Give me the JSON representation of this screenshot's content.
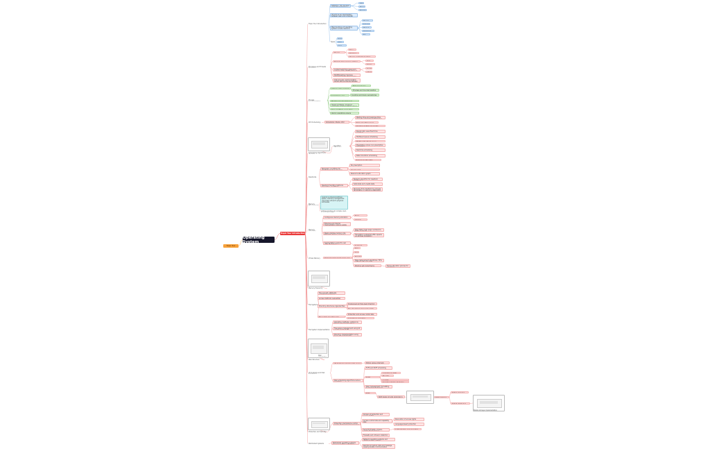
{
  "root": {
    "label": "Operating System"
  },
  "side_left": {
    "label": "Tropic Tour"
  },
  "main_branch": {
    "label": "Tropic Tour Introduction"
  },
  "colors": {
    "root_bg": "#16172b",
    "main_branch": "#ea3b3b",
    "side_left": "#f7a23b",
    "edge_red": "#f08a8a",
    "edge_blue": "#7fb3e6",
    "edge_green": "#8cc97e"
  },
  "nodes": [
    {
      "id": "a1",
      "label": "Tropic Tour Introduction",
      "style": "plain",
      "edge": "red"
    },
    {
      "id": "a1_1",
      "label": "Definition: OS manages computer hardware and software resources",
      "style": "blue",
      "edge": "blue"
    },
    {
      "id": "a1_1_1",
      "label": "CPU",
      "style": "blue",
      "edge": "blue"
    },
    {
      "id": "a1_1_2",
      "label": "Memory",
      "style": "blue",
      "edge": "blue"
    },
    {
      "id": "a1_1_3",
      "label": "Storage",
      "style": "blue",
      "edge": "blue"
    },
    {
      "id": "a1_2",
      "label": "OS acts as an intermediary between user and computer hardware providing environment",
      "style": "blue",
      "edge": "blue"
    },
    {
      "id": "a1_3",
      "label": "Main functions of operating system include resource allocation, process control and file system management",
      "style": "blue",
      "edge": "blue"
    },
    {
      "id": "a1_3_1",
      "label": "Process management",
      "style": "blue",
      "edge": "blue"
    },
    {
      "id": "a1_3_2",
      "label": "Scheduling",
      "style": "blue",
      "edge": "blue"
    },
    {
      "id": "a1_3_3",
      "label": "Memory control",
      "style": "blue",
      "edge": "blue"
    },
    {
      "id": "a1_3_4",
      "label": "Peripheral management",
      "style": "blue",
      "edge": "blue"
    },
    {
      "id": "a1_3_5",
      "label": "File system",
      "style": "blue",
      "edge": "blue"
    },
    {
      "id": "a1_4",
      "label": "Types",
      "style": "plain",
      "edge": "blue"
    },
    {
      "id": "a1_4_1",
      "label": "Batch",
      "style": "blue",
      "edge": "blue"
    },
    {
      "id": "a1_4_2",
      "label": "Time-sharing",
      "style": "blue",
      "edge": "blue"
    },
    {
      "id": "a1_4_3",
      "label": "Real-time system",
      "style": "blue",
      "edge": "blue"
    },
    {
      "id": "b1",
      "label": "Processes and Threads Overview",
      "style": "plain",
      "edge": "red"
    },
    {
      "id": "b1_1",
      "label": "Process states",
      "style": "red",
      "edge": "red"
    },
    {
      "id": "b1_1_1",
      "label": "New / Ready",
      "style": "red",
      "edge": "red"
    },
    {
      "id": "b1_1_2",
      "label": "Running / Blocked",
      "style": "red",
      "edge": "red"
    },
    {
      "id": "b1_1_3",
      "label": "Process control block stores process information",
      "style": "red",
      "edge": "red"
    },
    {
      "id": "b1_2",
      "label": "Threads share process address space and resources",
      "style": "red",
      "edge": "red"
    },
    {
      "id": "b1_2_1",
      "label": "User threads",
      "style": "red",
      "edge": "red"
    },
    {
      "id": "b1_2_2",
      "label": "Kernel threads",
      "style": "red",
      "edge": "red"
    },
    {
      "id": "b1_3",
      "label": "Context switching saves and restores state of CPU between processes",
      "style": "red",
      "edge": "red"
    },
    {
      "id": "b1_3_1",
      "label": "Overhead",
      "style": "red",
      "edge": "red"
    },
    {
      "id": "b1_3_2",
      "label": "Latency",
      "style": "red",
      "edge": "red"
    },
    {
      "id": "b1_4",
      "label": "Multithreading improves responsiveness and resource sharing",
      "style": "red",
      "edge": "red"
    },
    {
      "id": "b1_5",
      "label": "Inter-process communication allows data exchange between cooperating processes",
      "style": "red",
      "edge": "red"
    },
    {
      "id": "c1",
      "label": "Process Synchronization",
      "style": "plain",
      "edge": "red"
    },
    {
      "id": "c1_1",
      "label": "Critical section problem",
      "style": "green",
      "edge": "green"
    },
    {
      "id": "c1_1_1",
      "label": "Mutual exclusion",
      "style": "green",
      "edge": "green"
    },
    {
      "id": "c1_1_2",
      "label": "Progress and bounded waiting requirements",
      "style": "green",
      "edge": "green"
    },
    {
      "id": "c1_2",
      "label": "Semaphores and mutex locks",
      "style": "green",
      "edge": "green"
    },
    {
      "id": "c1_2_1",
      "label": "Counting and binary semaphores used to control access to shared resources",
      "style": "green",
      "edge": "green"
    },
    {
      "id": "c1_3",
      "label": "Monitors provide high-level synchronization",
      "style": "green",
      "edge": "green"
    },
    {
      "id": "c1_4",
      "label": "Classic problems: producer-consumer, readers-writers, dining philosophers",
      "style": "green",
      "edge": "green"
    },
    {
      "id": "c1_5",
      "label": "Race conditions occur when outcome depends on execution order",
      "style": "green",
      "edge": "green"
    },
    {
      "id": "c1_6",
      "label": "Atomic operations ensure instructions complete without interruption",
      "style": "green",
      "edge": "green"
    },
    {
      "id": "d1",
      "label": "CPU Scheduling",
      "style": "plain",
      "edge": "red"
    },
    {
      "id": "d1_1",
      "label": "Scheduling criteria: CPU utilization, throughput, turnaround time",
      "style": "red",
      "edge": "red"
    },
    {
      "id": "d1_1_1",
      "label": "Waiting time and response time measure scheduling performance",
      "style": "red",
      "edge": "red"
    },
    {
      "id": "d1_1_2",
      "label": "First-come first-served",
      "style": "red",
      "edge": "red"
    },
    {
      "id": "d1_1_3",
      "label": "Shortest job first and priority scheduling",
      "style": "red",
      "edge": "red"
    },
    {
      "id": "e1",
      "label": "Scheduling Algorithms diagram",
      "style": "plain",
      "edge": "red"
    },
    {
      "id": "e1_img",
      "label": "",
      "style": "img",
      "edge": "red"
    },
    {
      "id": "e1_1",
      "label": "Algorithm categories",
      "style": "plain",
      "edge": "red"
    },
    {
      "id": "e1_1_1",
      "label": "Round robin uses fixed time quantum",
      "style": "red",
      "edge": "red"
    },
    {
      "id": "e1_1_2",
      "label": "Multilevel queue scheduling",
      "style": "red",
      "edge": "red"
    },
    {
      "id": "e1_1_3",
      "label": "Multilevel feedback queue",
      "style": "red",
      "edge": "red"
    },
    {
      "id": "e1_1_4",
      "label": "Preemptive versus non-preemptive scheduling",
      "style": "red",
      "edge": "red"
    },
    {
      "id": "e1_1_5",
      "label": "Real-time scheduling",
      "style": "red",
      "edge": "red"
    },
    {
      "id": "e1_1_6",
      "label": "Rate monotonic scheduling",
      "style": "red",
      "edge": "red"
    },
    {
      "id": "e1_1_7",
      "label": "Earliest deadline first",
      "style": "red",
      "edge": "red"
    },
    {
      "id": "e1_1_8",
      "label": "Multiprocessor scheduling and load balancing",
      "style": "red",
      "edge": "red"
    },
    {
      "id": "f1",
      "label": "Deadlocks",
      "style": "plain",
      "edge": "red"
    },
    {
      "id": "f1_1",
      "label": "Necessary conditions for deadlock: mutual exclusion, hold and wait",
      "style": "red",
      "edge": "red"
    },
    {
      "id": "f1_1_1",
      "label": "No preemption",
      "style": "red",
      "edge": "red"
    },
    {
      "id": "f1_1_2",
      "label": "Circular wait",
      "style": "red",
      "edge": "red"
    },
    {
      "id": "f1_1_3",
      "label": "Resource allocation graph",
      "style": "red",
      "edge": "red"
    },
    {
      "id": "f1_2",
      "label": "Deadlock handling methods: prevention, avoidance, detection",
      "style": "red",
      "edge": "red"
    },
    {
      "id": "f1_2_1",
      "label": "Banker's algorithm for deadlock avoidance",
      "style": "red",
      "edge": "red"
    },
    {
      "id": "f1_2_2",
      "label": "Safe state and unsafe state",
      "style": "red",
      "edge": "red"
    },
    {
      "id": "f1_2_3",
      "label": "Recovery from deadlock by process termination or resource preemption",
      "style": "red",
      "edge": "red"
    },
    {
      "id": "g1",
      "label": "Memory Management",
      "style": "plain",
      "edge": "red"
    },
    {
      "id": "g1_img",
      "label": "Logical vs physical address space; memory management unit maps virtual to physical addresses",
      "style": "cyan",
      "edge": "red"
    },
    {
      "id": "g1_1",
      "label": "Address binding at compile, load, or execution time",
      "style": "plain",
      "edge": "red"
    },
    {
      "id": "h1",
      "label": "Memory Allocation",
      "style": "plain",
      "edge": "red"
    },
    {
      "id": "h1_1",
      "label": "Contiguous memory allocation",
      "style": "red",
      "edge": "red"
    },
    {
      "id": "h1_1_1",
      "label": "Fixed partitions",
      "style": "red",
      "edge": "red"
    },
    {
      "id": "h1_1_2",
      "label": "Variable partitions",
      "style": "red",
      "edge": "red"
    },
    {
      "id": "h1_2",
      "label": "External and internal fragmentation reduce usable memory",
      "style": "red",
      "edge": "red"
    },
    {
      "id": "h1_3",
      "label": "Paging divides memory into fixed-size frames and pages",
      "style": "red",
      "edge": "red"
    },
    {
      "id": "h1_3_1",
      "label": "Page table maps page numbers to frame numbers",
      "style": "red",
      "edge": "red"
    },
    {
      "id": "h1_3_2",
      "label": "Translation lookaside buffer speeds up address translation",
      "style": "red",
      "edge": "red"
    },
    {
      "id": "h1_4",
      "label": "Segmentation supports user view of memory",
      "style": "red",
      "edge": "red"
    },
    {
      "id": "h1_4_1",
      "label": "Segment table",
      "style": "red",
      "edge": "red"
    },
    {
      "id": "i1",
      "label": "Virtual Memory",
      "style": "plain",
      "edge": "red"
    },
    {
      "id": "i1_1",
      "label": "Demand paging loads pages only when needed",
      "style": "red",
      "edge": "red"
    },
    {
      "id": "i1_1_1",
      "label": "Page fault",
      "style": "red",
      "edge": "red"
    },
    {
      "id": "i1_1_2",
      "label": "Swap",
      "style": "red",
      "edge": "red"
    },
    {
      "id": "i1_1_3",
      "label": "Thrashing",
      "style": "red",
      "edge": "red"
    },
    {
      "id": "i1_1_4",
      "label": "Page replacement algorithms: FIFO, optimal, LRU and clock approximations",
      "style": "red",
      "edge": "red"
    },
    {
      "id": "i1_1_5",
      "label": "Working set model tracks locality of reference",
      "style": "red",
      "edge": "red"
    },
    {
      "id": "i1_1_5_1",
      "label": "Frame allocation policies for processes",
      "style": "red",
      "edge": "red"
    },
    {
      "id": "j1",
      "label": "Memory Hierarchy",
      "style": "plain",
      "edge": "red"
    },
    {
      "id": "j1_img",
      "label": "",
      "style": "img",
      "edge": "red"
    },
    {
      "id": "k1",
      "label": "File Systems",
      "style": "plain",
      "edge": "red"
    },
    {
      "id": "k1_1",
      "label": "File concept: attributes, operations and types",
      "style": "red",
      "edge": "red"
    },
    {
      "id": "k1_2",
      "label": "Access methods: sequential, direct and indexed",
      "style": "red",
      "edge": "red"
    },
    {
      "id": "k1_3",
      "label": "Directory structures organize files",
      "style": "red",
      "edge": "red"
    },
    {
      "id": "k1_3_1",
      "label": "Single-level and two-level directory",
      "style": "red",
      "edge": "red"
    },
    {
      "id": "k1_3_2",
      "label": "Tree-structured and acyclic-graph directories",
      "style": "red",
      "edge": "red"
    },
    {
      "id": "k1_4",
      "label": "File system mounting and sharing",
      "style": "red",
      "edge": "red"
    },
    {
      "id": "k1_4_1",
      "label": "Protection and access control lists",
      "style": "red",
      "edge": "red"
    },
    {
      "id": "k1_4_2",
      "label": "Consistency semantics",
      "style": "red",
      "edge": "red"
    },
    {
      "id": "l1",
      "label": "File System Implementation",
      "style": "plain",
      "edge": "red"
    },
    {
      "id": "l1_1",
      "label": "Allocation methods: contiguous, linked, indexed allocation",
      "style": "red",
      "edge": "red"
    },
    {
      "id": "l1_2",
      "label": "Free space management using bit vector or linked list",
      "style": "red",
      "edge": "red"
    },
    {
      "id": "l1_3",
      "label": "Directory implementation using linear list or hash table",
      "style": "red",
      "edge": "red"
    },
    {
      "id": "m1",
      "label": "Disk Structure",
      "style": "plain",
      "edge": "red"
    },
    {
      "id": "m1_img",
      "label": "",
      "style": "img",
      "edge": "red"
    },
    {
      "id": "m1_1",
      "label": "Disk scheduling",
      "style": "plain",
      "edge": "red"
    },
    {
      "id": "n1",
      "label": "I/O Systems and Disk Scheduling",
      "style": "plain",
      "edge": "red"
    },
    {
      "id": "n1_1",
      "label": "I/O hardware includes ports, buses and device controllers",
      "style": "red",
      "edge": "red"
    },
    {
      "id": "n1_1_1",
      "label": "Polling versus interrupt-driven I/O",
      "style": "red",
      "edge": "red"
    },
    {
      "id": "n1_2",
      "label": "Disk scheduling algorithms reduce seek time",
      "style": "red",
      "edge": "red"
    },
    {
      "id": "n1_2_1",
      "label": "FCFS and SSTF scheduling",
      "style": "red",
      "edge": "red"
    },
    {
      "id": "n1_2_2",
      "label": "SCAN scheduling",
      "style": "red",
      "edge": "red"
    },
    {
      "id": "n1_2_2_1",
      "label": "C-SCAN and LOOK variations",
      "style": "red",
      "edge": "red"
    },
    {
      "id": "n1_2_2_2",
      "label": "Elevator",
      "style": "red",
      "edge": "red"
    },
    {
      "id": "n1_2_2_3",
      "label": "C-LOOK",
      "style": "red",
      "edge": "red"
    },
    {
      "id": "n1_2_2_4",
      "label": "Selection of disk scheduling algorithm depends on workload",
      "style": "red",
      "edge": "red"
    },
    {
      "id": "n1_2_3",
      "label": "Disk management: formatting, boot block, bad blocks",
      "style": "red",
      "edge": "red"
    },
    {
      "id": "n1_2_4",
      "label": "RAID",
      "style": "red",
      "edge": "red"
    },
    {
      "id": "n1_2_4_1",
      "label": "RAID levels provide redundancy and performance improvements",
      "style": "red",
      "edge": "red"
    },
    {
      "id": "n1_2_4_img",
      "label": "",
      "style": "img",
      "edge": "red"
    },
    {
      "id": "n1_2_4_2",
      "label": "RAID 0 striping",
      "style": "red",
      "edge": "red"
    },
    {
      "id": "n1_2_4_2_1",
      "label": "RAID 1 mirroring",
      "style": "red",
      "edge": "red"
    },
    {
      "id": "n1_2_4_2_2",
      "label": "RAID 5 distributed parity",
      "style": "red",
      "edge": "red"
    },
    {
      "id": "n1_2_4_2_img",
      "label": "",
      "style": "img",
      "edge": "red"
    },
    {
      "id": "n1_2_4_2_3",
      "label": "Stable storage implementation",
      "style": "plain",
      "edge": "red"
    },
    {
      "id": "o1",
      "label": "Protection and Security",
      "style": "plain",
      "edge": "red"
    },
    {
      "id": "o1_img",
      "label": "",
      "style": "img",
      "edge": "red"
    },
    {
      "id": "o1_1",
      "label": "Protection mechanisms control access of processes to resources",
      "style": "red",
      "edge": "red"
    },
    {
      "id": "o1_1_1",
      "label": "Domain of protection and access matrix",
      "style": "red",
      "edge": "red"
    },
    {
      "id": "o1_1_2",
      "label": "Access control lists and capability lists",
      "style": "red",
      "edge": "red"
    },
    {
      "id": "o1_1_2_1",
      "label": "Revocation of access rights",
      "style": "red",
      "edge": "red"
    },
    {
      "id": "o1_1_2_2",
      "label": "Language-based protection",
      "style": "red",
      "edge": "red"
    },
    {
      "id": "o1_1_3",
      "label": "Security threats: viruses, worms, trojan horses",
      "style": "red",
      "edge": "red"
    },
    {
      "id": "o1_1_3_1",
      "label": "Authentication and encryption techniques",
      "style": "red",
      "edge": "red"
    },
    {
      "id": "o1_1_4",
      "label": "Firewalls and intrusion detection",
      "style": "red",
      "edge": "red"
    },
    {
      "id": "p1",
      "label": "Distributed Systems",
      "style": "plain",
      "edge": "red"
    },
    {
      "id": "p1_1",
      "label": "Distributed operating systems manage multiple networked computers",
      "style": "red",
      "edge": "red"
    },
    {
      "id": "p1_1_1",
      "label": "Network operating systems and distributed file systems",
      "style": "red",
      "edge": "red"
    },
    {
      "id": "p1_1_2",
      "label": "Remote procedure calls and message passing enable communication between nodes",
      "style": "red",
      "edge": "red"
    }
  ]
}
